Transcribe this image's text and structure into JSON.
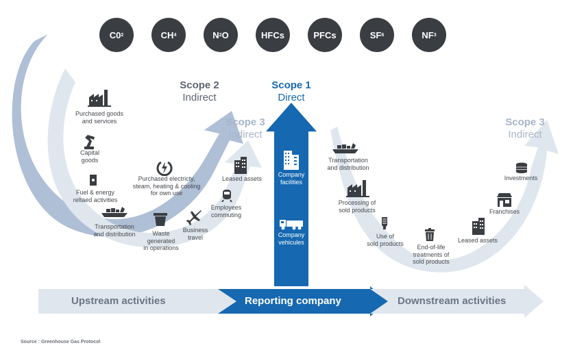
{
  "gases": [
    {
      "base": "C0",
      "sub": "2",
      "tail": ""
    },
    {
      "base": "CH",
      "sub": "4",
      "tail": ""
    },
    {
      "base": "N",
      "sub": "2",
      "tail": "O"
    },
    {
      "base": "HFCs",
      "sub": "",
      "tail": ""
    },
    {
      "base": "PFCs",
      "sub": "",
      "tail": ""
    },
    {
      "base": "SF",
      "sub": "6",
      "tail": ""
    },
    {
      "base": "NF",
      "sub": "3",
      "tail": ""
    }
  ],
  "scopes": {
    "scope2": {
      "title": "Scope 2",
      "subtitle": "Indirect"
    },
    "scope1": {
      "title": "Scope 1",
      "subtitle": "Direct"
    },
    "scope3_up": {
      "title": "Scope 3",
      "subtitle": "Indirect"
    },
    "scope3_down": {
      "title": "Scope 3",
      "subtitle": "Indirect"
    }
  },
  "upstream_items": [
    {
      "icon": "factory-icon",
      "label": "Purchased goods\nand services"
    },
    {
      "icon": "robot-arm-icon",
      "label": "Capital\ngoods"
    },
    {
      "icon": "fuel-barrel-icon",
      "label": "Fuel & energy\nreltaed activities"
    },
    {
      "icon": "cargo-ship-icon",
      "label": "Transportation\nand distribution"
    },
    {
      "icon": "waste-bin-icon",
      "label": "Waste\ngenerated\nin operations"
    },
    {
      "icon": "airplane-icon",
      "label": "Business\ntravel"
    },
    {
      "icon": "train-icon",
      "label": "Employees\ncommuting"
    },
    {
      "icon": "building-icon",
      "label": "Leased assets"
    }
  ],
  "scope2_item": {
    "icon": "power-icon",
    "label": "Purchased electricty,\nsteam, heating & cooling\nfor own use"
  },
  "scope1_items": [
    {
      "icon": "office-building-icon",
      "label": "Company\nfacilities"
    },
    {
      "icon": "truck-icon",
      "label": "Company\nvehicules"
    }
  ],
  "downstream_items": [
    {
      "icon": "cargo-ship-icon",
      "label": "Transportation\nand distribution"
    },
    {
      "icon": "factory-icon",
      "label": "Processing of\nsold products"
    },
    {
      "icon": "light-bulb-icon",
      "label": "Use of\nsold products"
    },
    {
      "icon": "trash-can-icon",
      "label": "End-of-life\ntreatments of\nsold products"
    },
    {
      "icon": "building-icon",
      "label": "Leased assets"
    },
    {
      "icon": "storefront-icon",
      "label": "Franchises"
    },
    {
      "icon": "coins-icon",
      "label": "Investments"
    }
  ],
  "bottom_bar": {
    "upstream": "Upstream activities",
    "reporting": "Reporting company",
    "downstream": "Downstream activities"
  },
  "source": "Source : Greenhouse Gas Protocol",
  "colors": {
    "gas_circle": "#3a3d42",
    "scope1_blue": "#1668b0",
    "scope2_arrow": "#aebfd6",
    "scope3_arrow": "#dfe6ee",
    "scope2_title": "#5d6470",
    "scope3_title": "#a7b6c9",
    "icon_dark": "#3a3d42"
  }
}
